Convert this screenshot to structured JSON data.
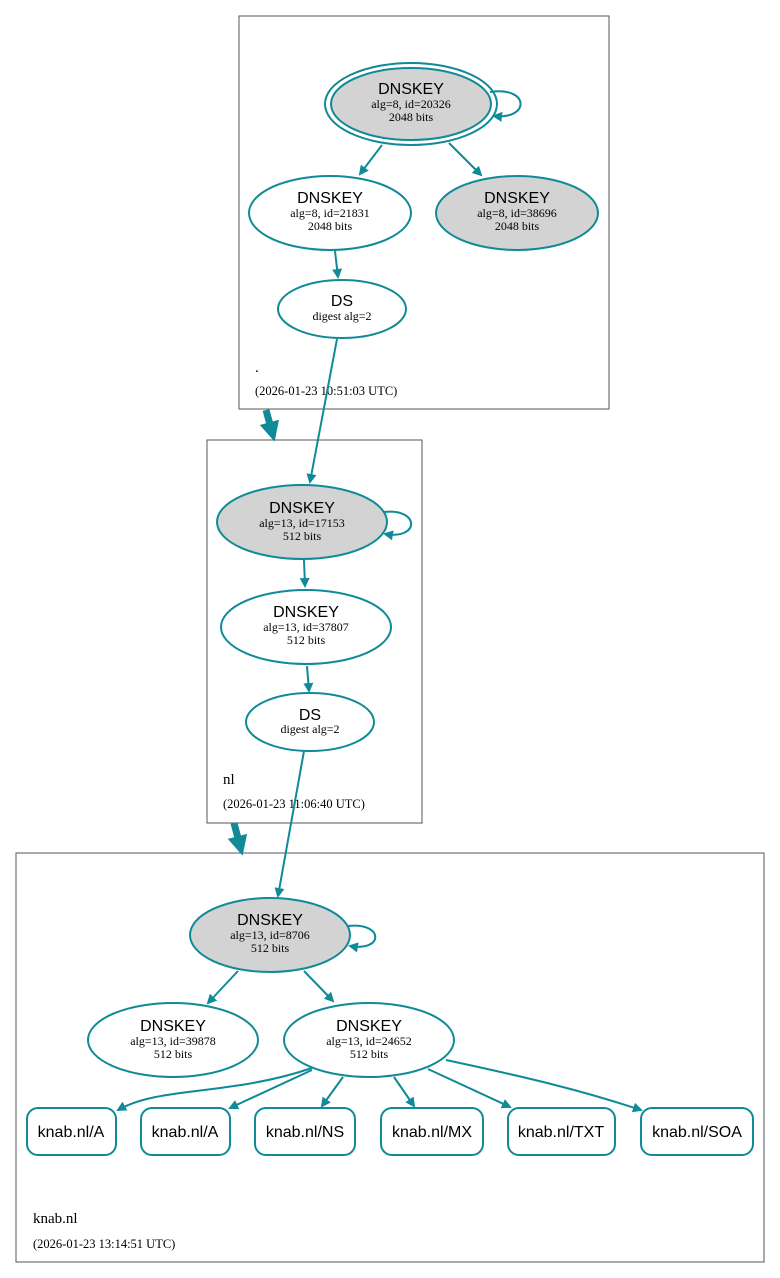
{
  "colors": {
    "edge": "#0f8a96",
    "ksk_fill": "#d3d3d3",
    "zsk_fill": "#ffffff",
    "box_border": "#555555"
  },
  "zones": {
    "root": {
      "name": ".",
      "timestamp": "(2026-01-23 10:51:03 UTC)"
    },
    "nl": {
      "name": "nl",
      "timestamp": "(2026-01-23 11:06:40 UTC)"
    },
    "knab": {
      "name": "knab.nl",
      "timestamp": "(2026-01-23 13:14:51 UTC)"
    }
  },
  "nodes": {
    "root_ksk": {
      "title": "DNSKEY",
      "line1": "alg=8, id=20326",
      "line2": "2048 bits"
    },
    "root_zsk": {
      "title": "DNSKEY",
      "line1": "alg=8, id=21831",
      "line2": "2048 bits"
    },
    "root_ksk2": {
      "title": "DNSKEY",
      "line1": "alg=8, id=38696",
      "line2": "2048 bits"
    },
    "root_ds": {
      "title": "DS",
      "line1": "digest alg=2"
    },
    "nl_ksk": {
      "title": "DNSKEY",
      "line1": "alg=13, id=17153",
      "line2": "512 bits"
    },
    "nl_zsk": {
      "title": "DNSKEY",
      "line1": "alg=13, id=37807",
      "line2": "512 bits"
    },
    "nl_ds": {
      "title": "DS",
      "line1": "digest alg=2"
    },
    "knab_ksk": {
      "title": "DNSKEY",
      "line1": "alg=13, id=8706",
      "line2": "512 bits"
    },
    "knab_key1": {
      "title": "DNSKEY",
      "line1": "alg=13, id=39878",
      "line2": "512 bits"
    },
    "knab_zsk": {
      "title": "DNSKEY",
      "line1": "alg=13, id=24652",
      "line2": "512 bits"
    }
  },
  "rrsets": [
    "knab.nl/A",
    "knab.nl/A",
    "knab.nl/NS",
    "knab.nl/MX",
    "knab.nl/TXT",
    "knab.nl/SOA"
  ]
}
